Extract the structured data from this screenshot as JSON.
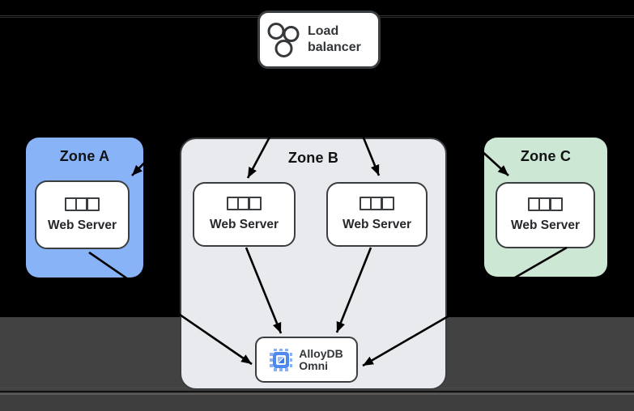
{
  "load_balancer": {
    "label": "Load balancer"
  },
  "zones": [
    {
      "label": "Zone A",
      "color": "#89B3F7",
      "servers": [
        "Web Server"
      ]
    },
    {
      "label": "Zone B",
      "color": "#E8EAED",
      "servers": [
        "Web Server",
        "Web Server"
      ]
    },
    {
      "label": "Zone C",
      "color": "#CDE7D5",
      "servers": [
        "Web Server"
      ]
    }
  ],
  "database": {
    "line1": "AlloyDB",
    "line2": "Omni"
  },
  "icons": {
    "load_balancer": "three-circles-icon",
    "web_server": "server-cells-icon",
    "database": "cpu-chip-icon"
  },
  "colors": {
    "background": "#000000",
    "footer_band": "#424242",
    "zone_a_blue": "#89B3F7",
    "zone_b_gray": "#E8EAED",
    "zone_c_green": "#CDE7D5",
    "node_fill": "#FFFFFF",
    "node_border": "#3A3E41",
    "arrow": "#000000",
    "chip_blue": "#4F88EF"
  },
  "connections": [
    {
      "from": "load-balancer",
      "to": "zone-a-web-server"
    },
    {
      "from": "load-balancer",
      "to": "zone-b-web-server-1"
    },
    {
      "from": "load-balancer",
      "to": "zone-b-web-server-2"
    },
    {
      "from": "load-balancer",
      "to": "zone-c-web-server"
    },
    {
      "from": "zone-a-web-server",
      "to": "alloydb-omni"
    },
    {
      "from": "zone-b-web-server-1",
      "to": "alloydb-omni"
    },
    {
      "from": "zone-b-web-server-2",
      "to": "alloydb-omni"
    },
    {
      "from": "zone-c-web-server",
      "to": "alloydb-omni"
    }
  ]
}
